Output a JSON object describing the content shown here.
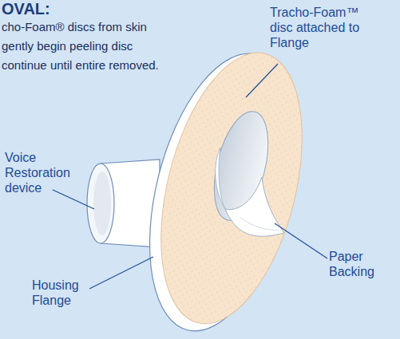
{
  "diagram": {
    "title": "OVAL:",
    "labels": [
      "cho-Foam® discs from skin gently begin peeling disc continue until entire removed.",
      "Tracho-Foam™ disc attached to Flange",
      "Voice Restoration device",
      "Housing Flange",
      "Paper Backing"
    ]
  }
}
